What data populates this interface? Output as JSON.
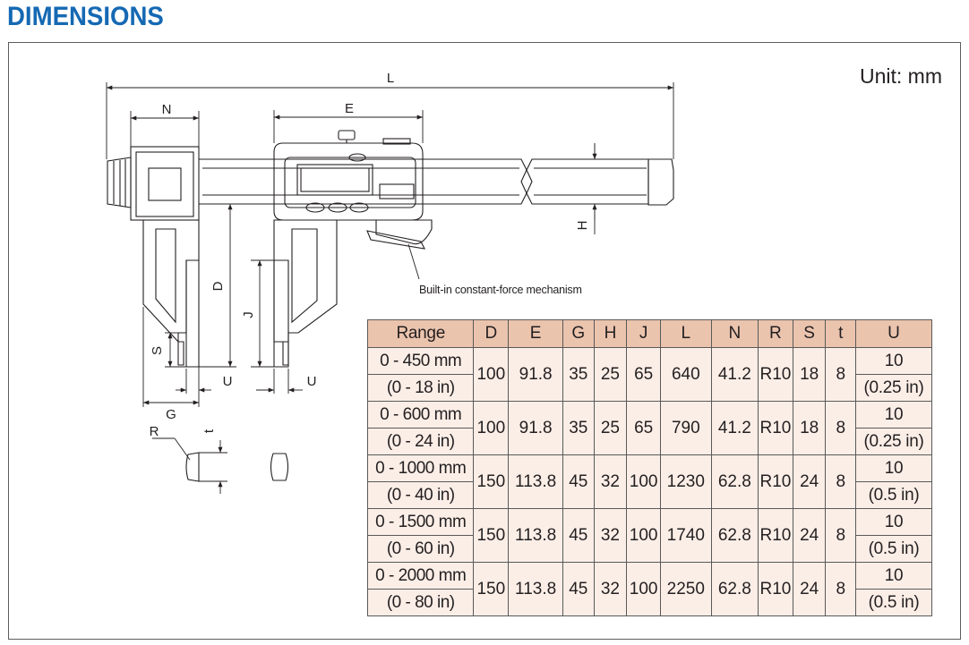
{
  "title": "DIMENSIONS",
  "unit_label": "Unit: mm",
  "drawing": {
    "dim_labels": {
      "L": "L",
      "N": "N",
      "E": "E",
      "H": "H",
      "D": "D",
      "J": "J",
      "S": "S",
      "G": "G",
      "U_left": "U",
      "U_right": "U",
      "R": "R",
      "t": "t"
    },
    "mechanism_label": "Built-in constant-force mechanism"
  },
  "table": {
    "headers": [
      "Range",
      "D",
      "E",
      "G",
      "H",
      "J",
      "L",
      "N",
      "R",
      "S",
      "t",
      "U"
    ],
    "rows": [
      {
        "range_mm": "0 - 450 mm",
        "range_in": "(0 - 18 in)",
        "D": "100",
        "E": "91.8",
        "G": "35",
        "H": "25",
        "J": "65",
        "L": "640",
        "N": "41.2",
        "R": "R10",
        "S": "18",
        "t": "8",
        "U_mm": "10",
        "U_in": "(0.25 in)"
      },
      {
        "range_mm": "0 - 600 mm",
        "range_in": "(0 - 24 in)",
        "D": "100",
        "E": "91.8",
        "G": "35",
        "H": "25",
        "J": "65",
        "L": "790",
        "N": "41.2",
        "R": "R10",
        "S": "18",
        "t": "8",
        "U_mm": "10",
        "U_in": "(0.25 in)"
      },
      {
        "range_mm": "0 - 1000 mm",
        "range_in": "(0 - 40 in)",
        "D": "150",
        "E": "113.8",
        "G": "45",
        "H": "32",
        "J": "100",
        "L": "1230",
        "N": "62.8",
        "R": "R10",
        "S": "24",
        "t": "8",
        "U_mm": "10",
        "U_in": "(0.5 in)"
      },
      {
        "range_mm": "0 - 1500 mm",
        "range_in": "(0 - 60 in)",
        "D": "150",
        "E": "113.8",
        "G": "45",
        "H": "32",
        "J": "100",
        "L": "1740",
        "N": "62.8",
        "R": "R10",
        "S": "24",
        "t": "8",
        "U_mm": "10",
        "U_in": "(0.5 in)"
      },
      {
        "range_mm": "0 - 2000 mm",
        "range_in": "(0 - 80 in)",
        "D": "150",
        "E": "113.8",
        "G": "45",
        "H": "32",
        "J": "100",
        "L": "2250",
        "N": "62.8",
        "R": "R10",
        "S": "24",
        "t": "8",
        "U_mm": "10",
        "U_in": "(0.5 in)"
      }
    ]
  }
}
